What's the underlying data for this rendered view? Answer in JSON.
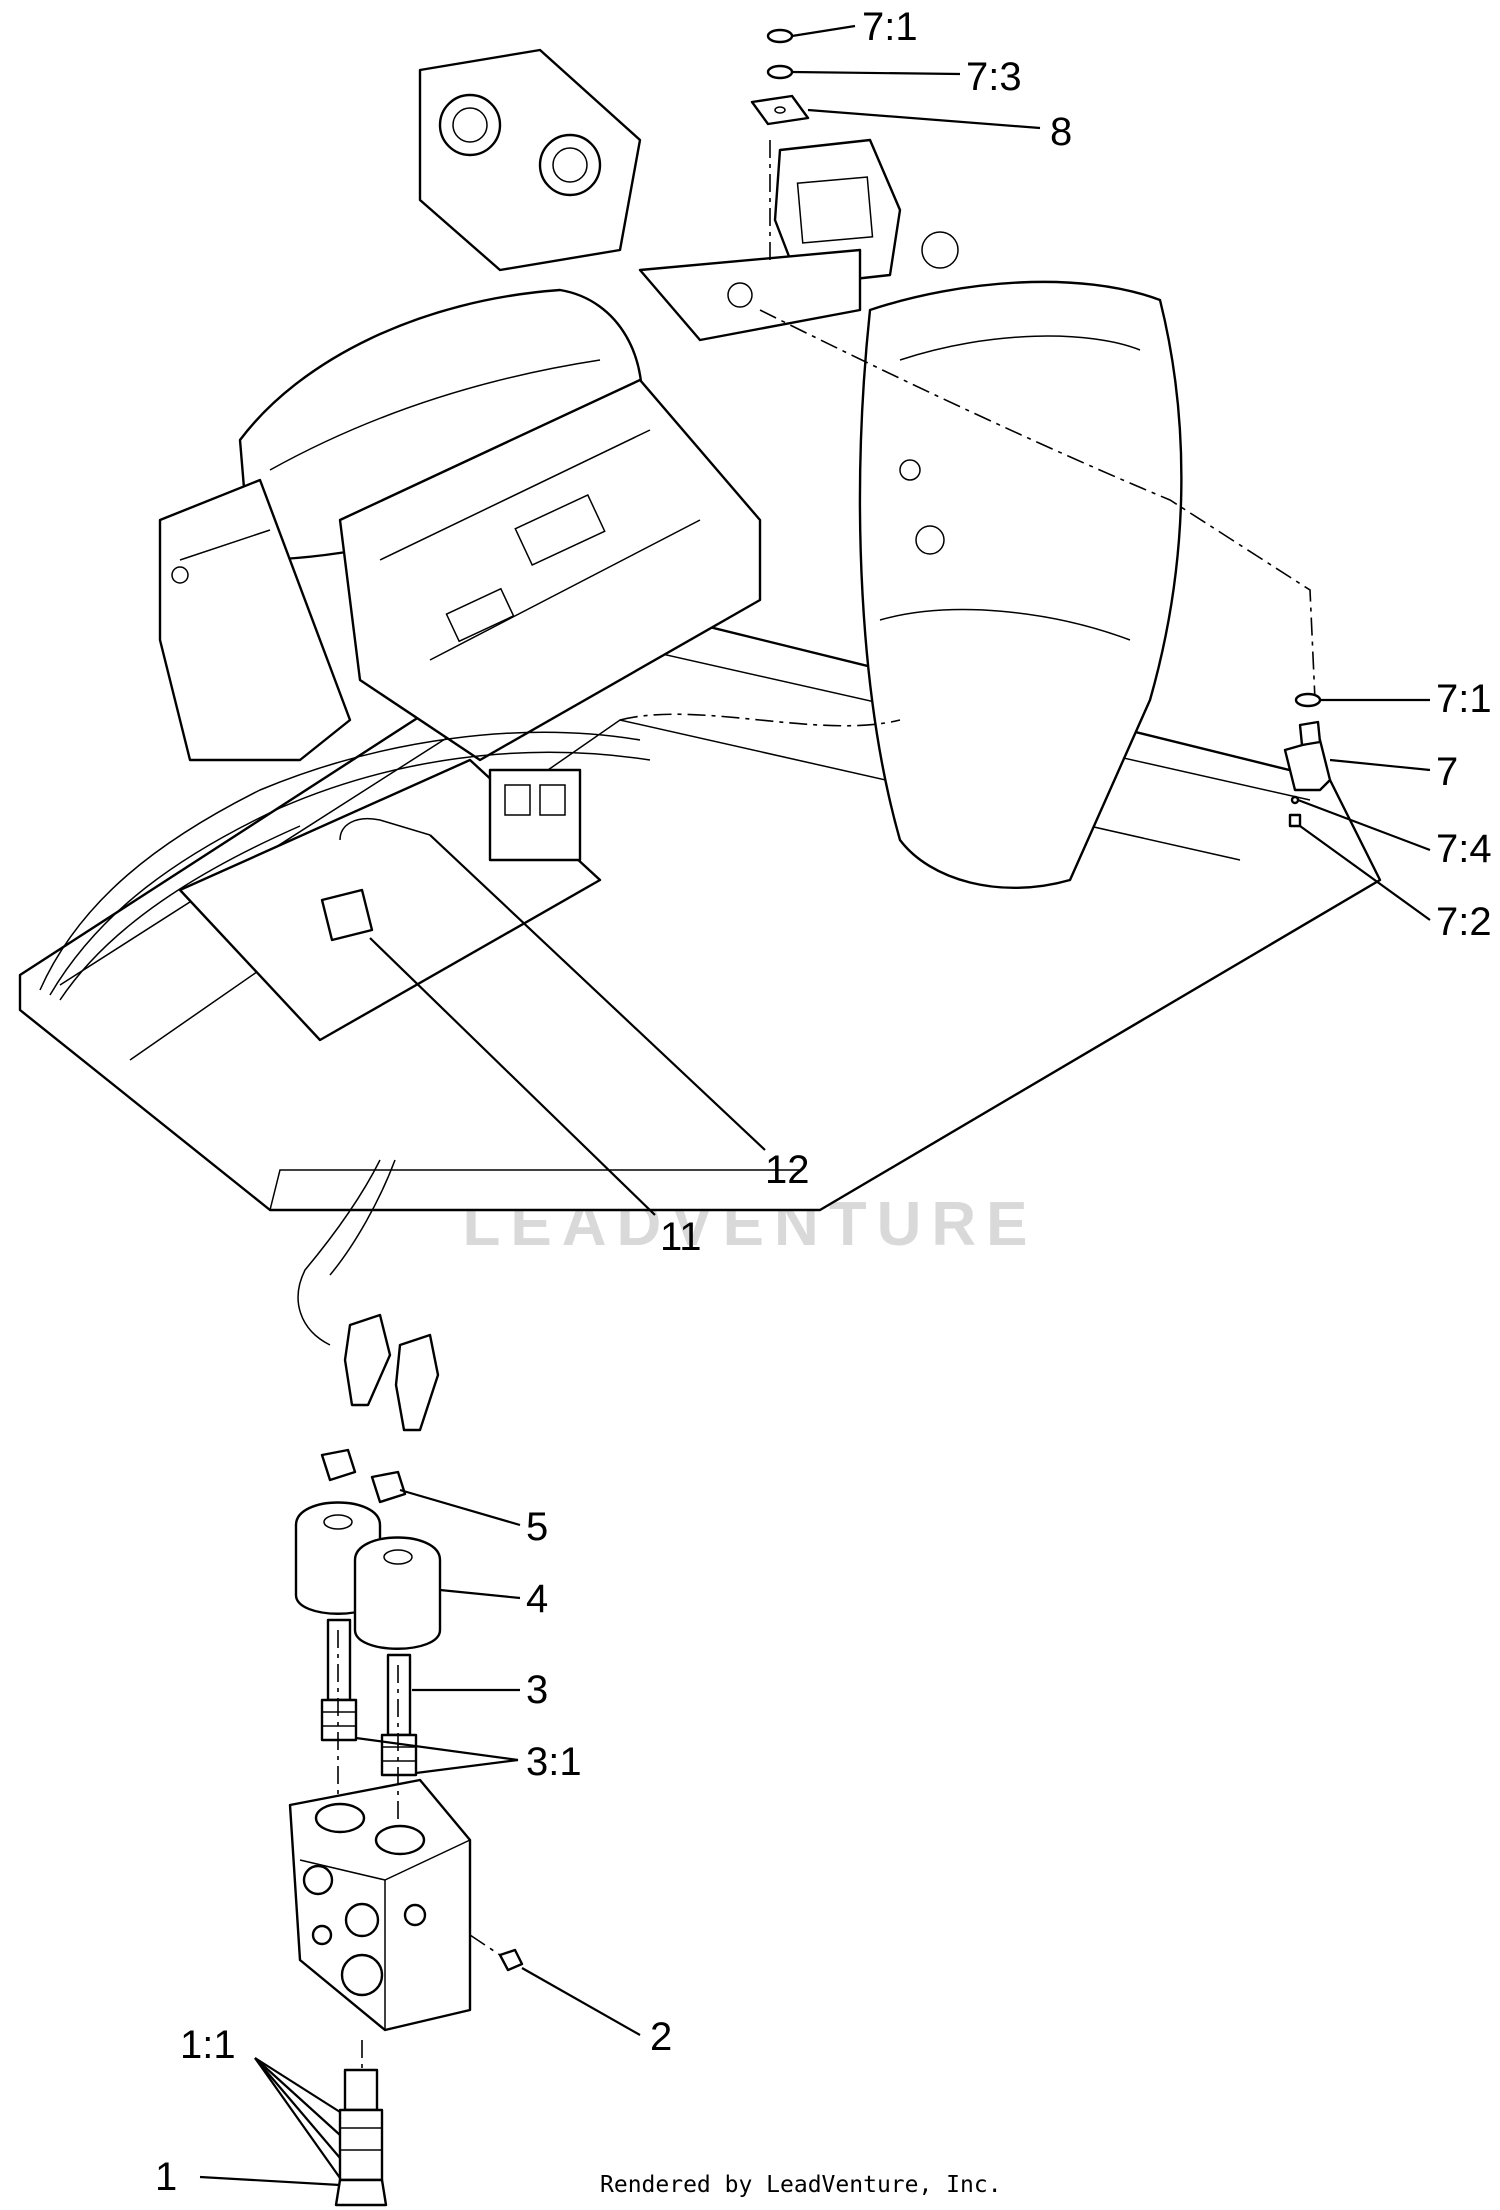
{
  "callouts": [
    {
      "id": "c71a",
      "label": "7:1"
    },
    {
      "id": "c73",
      "label": "7:3"
    },
    {
      "id": "c8",
      "label": "8"
    },
    {
      "id": "c71b",
      "label": "7:1"
    },
    {
      "id": "c7",
      "label": "7"
    },
    {
      "id": "c74",
      "label": "7:4"
    },
    {
      "id": "c72",
      "label": "7:2"
    },
    {
      "id": "c12",
      "label": "12"
    },
    {
      "id": "c11",
      "label": "11"
    },
    {
      "id": "c5",
      "label": "5"
    },
    {
      "id": "c4",
      "label": "4"
    },
    {
      "id": "c3",
      "label": "3"
    },
    {
      "id": "c31",
      "label": "3:1"
    },
    {
      "id": "c2",
      "label": "2"
    },
    {
      "id": "c11b",
      "label": "1:1"
    },
    {
      "id": "c1",
      "label": "1"
    }
  ],
  "watermark": "LEADVENTURE",
  "footer": "Rendered by LeadVenture, Inc."
}
